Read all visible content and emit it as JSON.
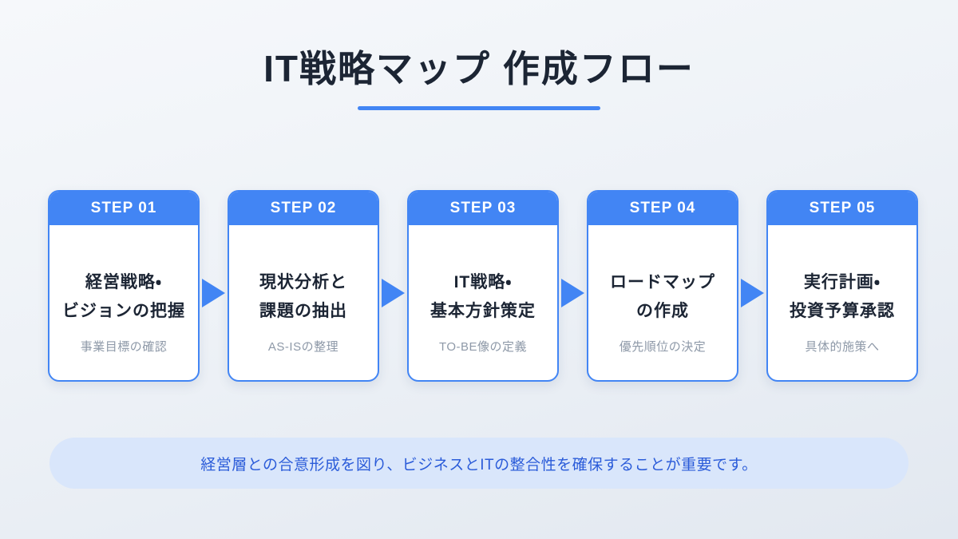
{
  "title": "IT戦略マップ 作成フロー",
  "steps": [
    {
      "label": "STEP 01",
      "heading_line1": "経営戦略・",
      "heading_line2": "ビジョンの把握",
      "subtext": "事業目標の確認"
    },
    {
      "label": "STEP 02",
      "heading_line1": "現状分析と",
      "heading_line2": "課題の抽出",
      "subtext": "AS-ISの整理"
    },
    {
      "label": "STEP 03",
      "heading_line1": "IT戦略・",
      "heading_line2": "基本方針策定",
      "subtext": "TO-BE像の定義"
    },
    {
      "label": "STEP 04",
      "heading_line1": "ロードマップ",
      "heading_line2": "の作成",
      "subtext": "優先順位の決定"
    },
    {
      "label": "STEP 05",
      "heading_line1": "実行計画・",
      "heading_line2": "投資予算承認",
      "subtext": "具体的施策へ"
    }
  ],
  "footer_note": "経営層との合意形成を図り、ビジネスとITの整合性を確保することが重要です。",
  "colors": {
    "accent_blue": "#4285F4",
    "title_navy": "#1C2534",
    "subtext_gray": "#8E99A8",
    "note_bg": "#D9E6FB",
    "note_text": "#2B5CD9"
  }
}
